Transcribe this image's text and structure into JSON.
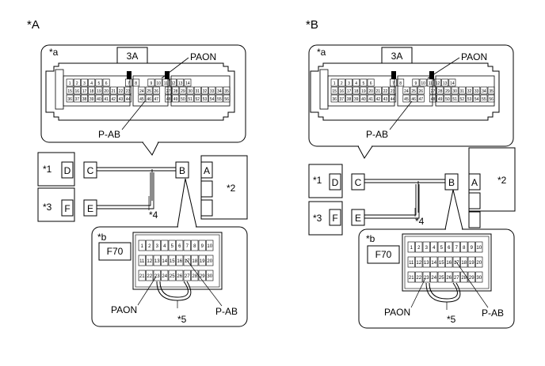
{
  "panels": [
    {
      "id": "A",
      "title": "*A",
      "callout_a": "*a",
      "callout_b": "*b",
      "connector_a_name": "3A",
      "connector_b_name": "F70",
      "pin_paon": "PAON",
      "pin_pab": "P-AB",
      "label_1": "*1",
      "label_2": "*2",
      "label_3": "*3",
      "label_4": "*4",
      "label_5": "*5",
      "conn_C": "C",
      "conn_D": "D",
      "conn_E": "E",
      "conn_F": "F",
      "conn_B": "B",
      "conn_A": "A"
    },
    {
      "id": "B",
      "title": "*B",
      "callout_a": "*a",
      "callout_b": "*b",
      "connector_a_name": "3A",
      "connector_b_name": "F70",
      "pin_paon": "PAON",
      "pin_pab": "P-AB",
      "label_1": "*1",
      "label_2": "*2",
      "label_3": "*3",
      "label_4": "*4",
      "label_5": "*5",
      "conn_C": "C",
      "conn_D": "D",
      "conn_E": "E",
      "conn_F": "F",
      "conn_B": "B",
      "conn_A": "A"
    }
  ],
  "connector_3A_rows": [
    [
      "1",
      "2",
      "3",
      "4",
      "5",
      "6",
      "7",
      "8",
      "9",
      "10",
      "11",
      "12",
      "13",
      "14"
    ],
    [
      "15",
      "16",
      "17",
      "18",
      "19",
      "20",
      "21",
      "22",
      "23",
      "24",
      "25",
      "26",
      "27",
      "28",
      "29",
      "30",
      "31",
      "32",
      "33",
      "34",
      "35"
    ],
    [
      "36",
      "37",
      "38",
      "39",
      "40",
      "41",
      "42",
      "43",
      "44",
      "45",
      "46",
      "47",
      "48",
      "49",
      "50",
      "51",
      "52",
      "53",
      "54",
      "55",
      "56"
    ]
  ],
  "connector_F70_rows": [
    [
      "1",
      "2",
      "3",
      "4",
      "5",
      "6",
      "7",
      "8",
      "9",
      "10"
    ],
    [
      "11",
      "12",
      "13",
      "14",
      "15",
      "16",
      "17",
      "18",
      "19",
      "20"
    ],
    [
      "21",
      "22",
      "23",
      "24",
      "25",
      "26",
      "27",
      "28",
      "29",
      "30"
    ]
  ]
}
